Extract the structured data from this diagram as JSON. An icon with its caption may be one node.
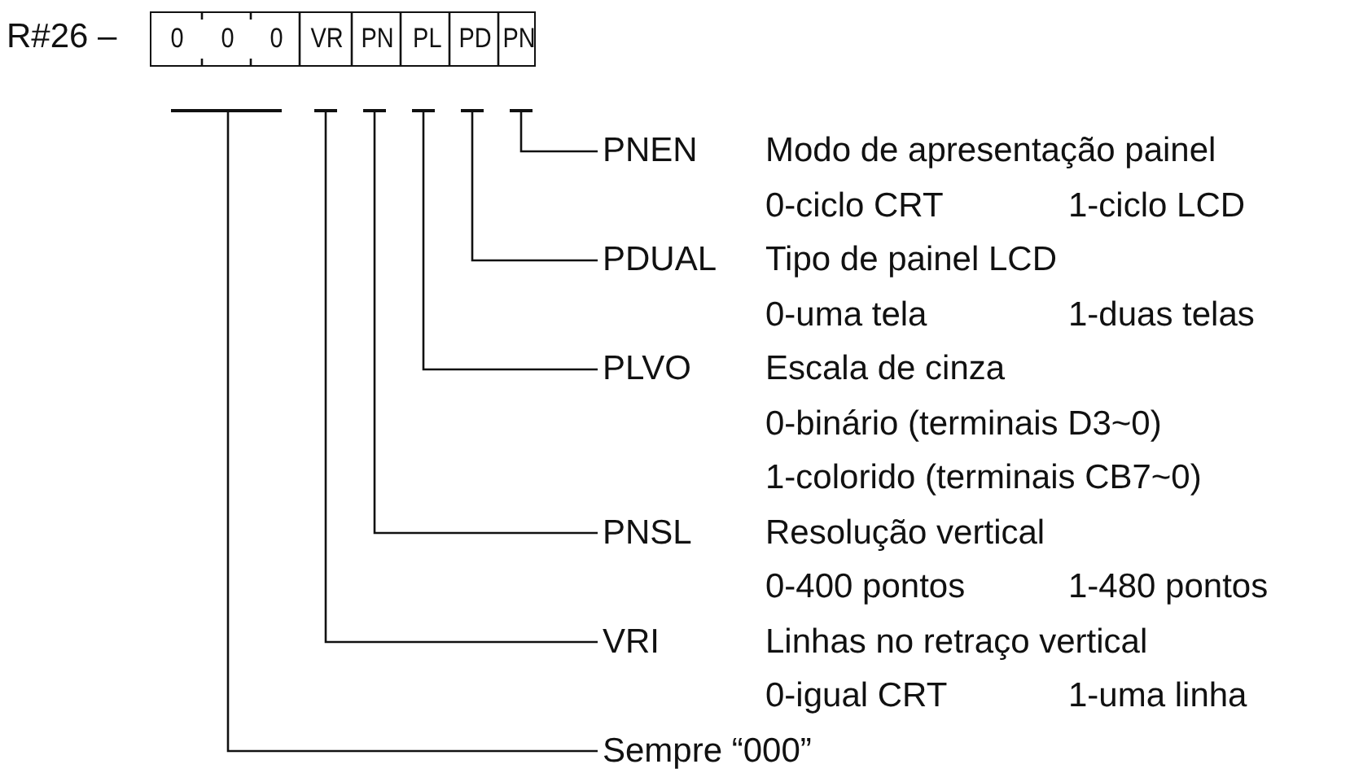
{
  "diagram": {
    "nodes": [
      {
        "text": [],
        "shape": "box"
      },
      {
        "text": [
          "0"
        ],
        "in": 0
      },
      {
        "text": [
          "0"
        ],
        "in": 0
      },
      {
        "text": [
          "0"
        ],
        "in": 0
      },
      {
        "text": [
          "VR"
        ],
        "in": 0
      },
      {
        "text": [
          "PN"
        ],
        "in": 0
      },
      {
        "text": [
          "PL"
        ],
        "in": 0
      },
      {
        "text": [
          "PD"
        ],
        "in": 0
      },
      {
        "text": [
          "PN"
        ],
        "in": 0
      },
      {
        "text": [],
        "shape": "bar"
      },
      {
        "text": [],
        "shape": "bar"
      },
      {
        "text": [],
        "shape": "bar"
      },
      {
        "text": [],
        "shape": "bar"
      },
      {
        "text": [],
        "shape": "bar"
      },
      {
        "text": [],
        "shape": "bar"
      },
      {
        "text": [
          "PNEN",
          "Modo de apresentação painel",
          "0-ciclo CRT",
          "1-ciclo LCD"
        ]
      },
      {
        "text": [
          "PDUAL",
          "Tipo de painel LCD",
          "0-uma tela",
          "1-duas telas"
        ]
      },
      {
        "text": [
          "PLVO",
          "Escala de cinza",
          "0-binário (terminais D3~0)",
          "1-colorido (terminais CB7~0)"
        ]
      },
      {
        "text": [
          "PNSL",
          "Resolução vertical",
          "0-400 pontos",
          "1-480 pontos"
        ]
      },
      {
        "text": [
          "VRI",
          "Linhas no retraço vertical",
          "0-igual CRT",
          "1-uma linha"
        ]
      },
      {
        "text": [
          "Sempre “000”"
        ]
      }
    ],
    "edges": [
      {
        "from": 15,
        "to": 14,
        "arrow": "none"
      },
      {
        "from": 16,
        "to": 13,
        "arrow": "none"
      },
      {
        "from": 17,
        "to": 12,
        "arrow": "none"
      },
      {
        "from": 18,
        "to": 11,
        "arrow": "none"
      },
      {
        "from": 19,
        "to": 10,
        "arrow": "none"
      },
      {
        "from": 20,
        "to": 9,
        "arrow": "none"
      }
    ],
    "labels": [
      "R#26 –"
    ]
  }
}
